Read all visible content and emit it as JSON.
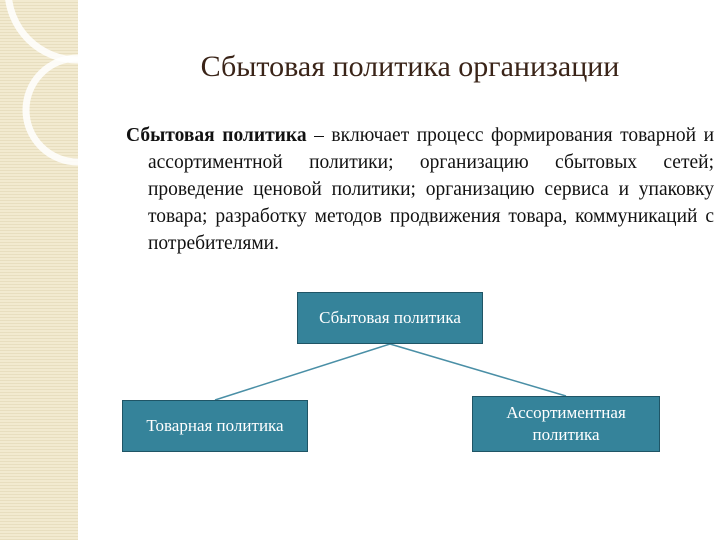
{
  "slide": {
    "title": "Сбытовая политика организации",
    "definition": {
      "term": "Сбытовая политика",
      "text": " – включает процесс формирования товарной и ассортиментной политики; организацию сбытовых сетей; проведение ценовой политики; организацию сервиса и упаковку товара; разработку методов продвижения товара, коммуникаций с потребителями."
    }
  },
  "diagram": {
    "root": "Сбытовая политика",
    "children": [
      "Товарная политика",
      "Ассортиментная политика"
    ]
  },
  "colors": {
    "node_fill": "#35839a",
    "node_border": "#1f5566",
    "connector": "#4a8fa6",
    "title_text": "#3a2418",
    "side_strip": "#f2ead0"
  }
}
